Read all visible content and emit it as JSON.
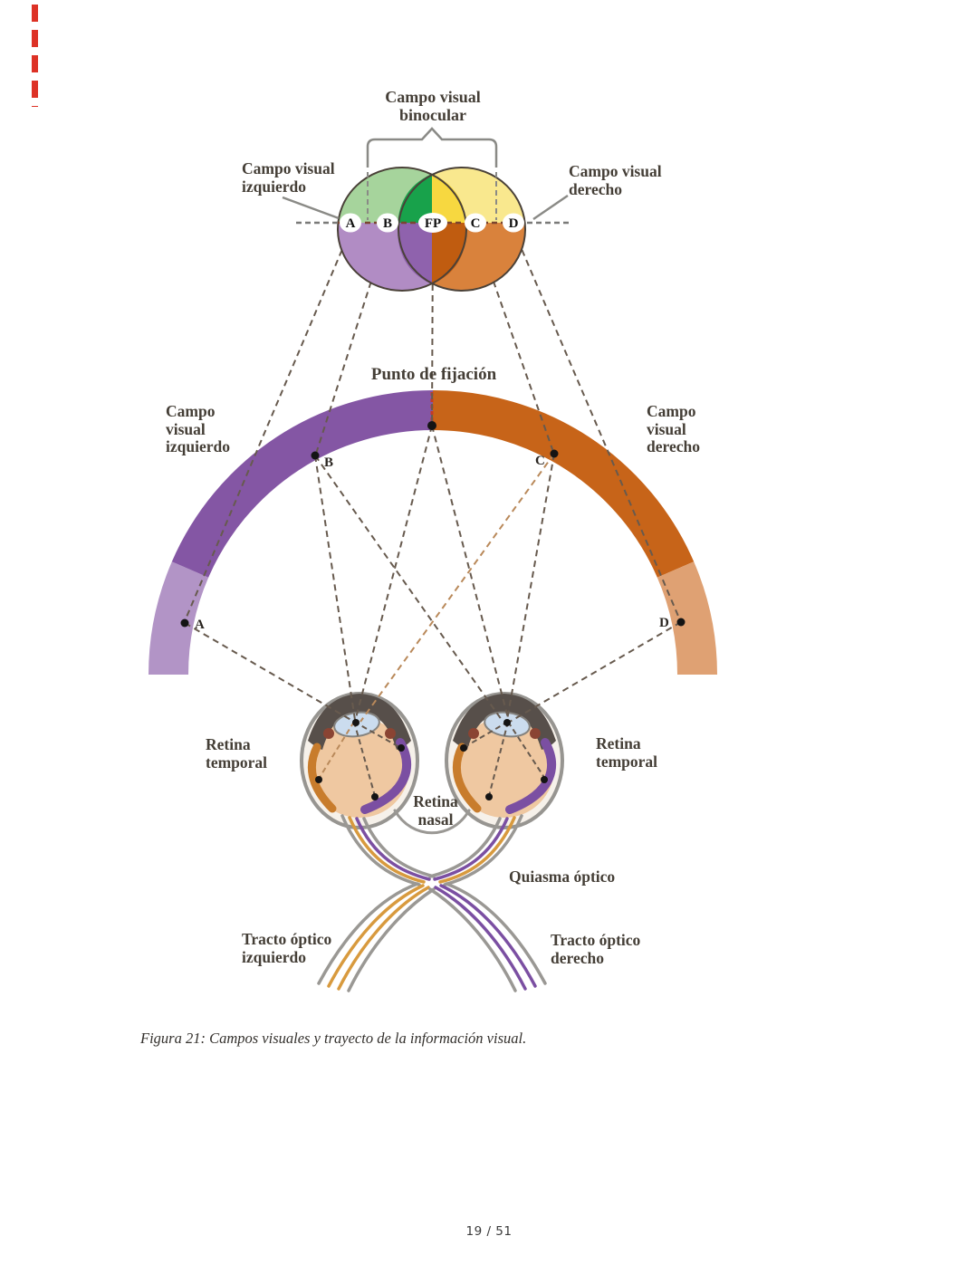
{
  "page": {
    "caption": "Figura 21: Campos visuales y trayecto de la información visual.",
    "page_number": "19 / 51"
  },
  "figure": {
    "top_field_diagram": {
      "binocular_label": {
        "lines": [
          "Campo visual",
          "binocular"
        ]
      },
      "left_label": {
        "lines": [
          "Campo visual",
          "izquierdo"
        ]
      },
      "right_label": {
        "lines": [
          "Campo visual",
          "derecho"
        ]
      },
      "points": [
        "A",
        "B",
        "FP",
        "C",
        "D"
      ]
    },
    "arc": {
      "fixation_label": "Punto de fijación",
      "left_label": {
        "lines": [
          "Campo",
          "visual",
          "izquierdo"
        ]
      },
      "right_label": {
        "lines": [
          "Campo",
          "visual",
          "derecho"
        ]
      },
      "point_a": "A",
      "point_b": "B",
      "point_c": "C",
      "point_d": "D"
    },
    "eyes_section": {
      "retina_temporal_left": {
        "lines": [
          "Retina",
          "temporal"
        ]
      },
      "retina_temporal_right": {
        "lines": [
          "Retina",
          "temporal"
        ]
      },
      "retina_nasal": {
        "lines": [
          "Retina",
          "nasal"
        ]
      },
      "chiasm_label": "Quiasma óptico",
      "tract_left": {
        "lines": [
          "Tracto óptico",
          "izquierdo"
        ]
      },
      "tract_right": {
        "lines": [
          "Tracto óptico",
          "derecho"
        ]
      }
    },
    "colors": {
      "field_green_light": "#a6d49c",
      "field_green_dark": "#18a24b",
      "field_yellow": "#f7d840",
      "field_yellow_pale": "#f9e88e",
      "field_purple_light": "#b18cc4",
      "field_purple_mid": "#8f62ad",
      "field_rust": "#c05c10",
      "field_orange_mid": "#d9823c",
      "arc_purple_dark": "#8456a4",
      "arc_purple_light": "#b294c6",
      "arc_orange_dark": "#c76419",
      "arc_orange_light": "#dfa173",
      "nerve_orange": "#d89a3e",
      "nerve_purple": "#7b4fa2",
      "lens_blue": "#cbdcee",
      "retina_peach": "#efc8a1"
    }
  }
}
